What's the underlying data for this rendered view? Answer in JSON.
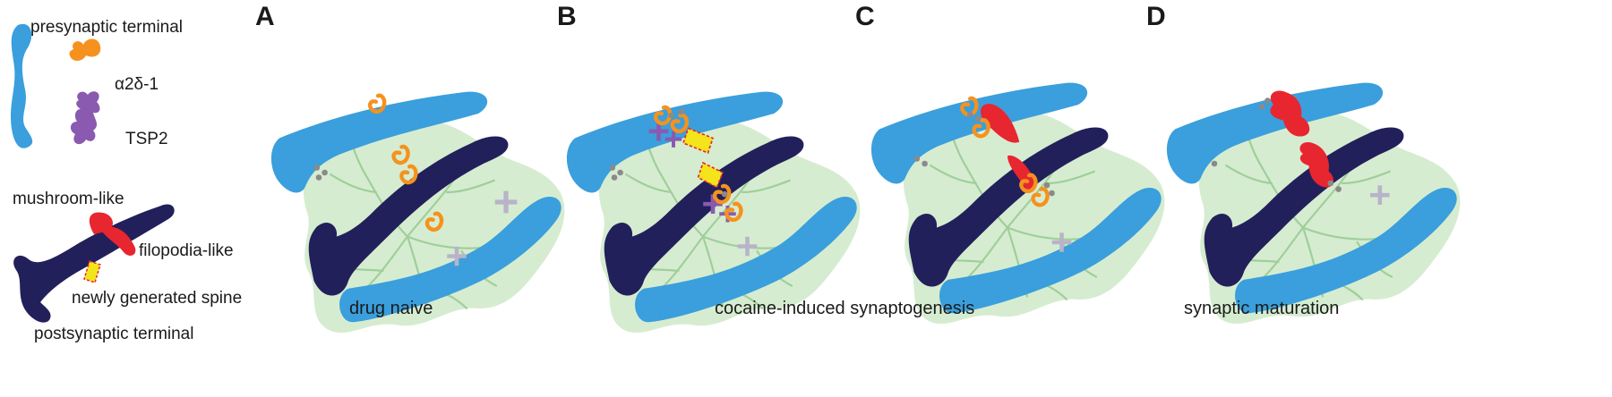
{
  "legend": {
    "presynaptic": "presynaptic terminal",
    "a2d1": "α2δ-1",
    "tsp2": "TSP2",
    "mushroom": "mushroom-like",
    "filopodia": "filopodia-like",
    "newspine": "newly generated spine",
    "postsynaptic": "postsynaptic terminal"
  },
  "panels": [
    {
      "letter": "A"
    },
    {
      "letter": "B"
    },
    {
      "letter": "C"
    },
    {
      "letter": "D"
    }
  ],
  "captions": {
    "naive": "drug naive",
    "synaptogenesis": "cocaine-induced synaptogenesis",
    "maturation": "synaptic maturation"
  },
  "colors": {
    "presynaptic": "#3a9fdc",
    "postsynaptic": "#22205a",
    "astrocyte": "#d6ecd0",
    "astro_process": "#9fcf9a",
    "a2d1": "#f5921e",
    "tsp2": "#8a5ab0",
    "tsp2_faded": "#b9b3c9",
    "mushroom": "#e8262f",
    "newspine": "#f3e41c",
    "vesicle": "#8a8a8a"
  }
}
